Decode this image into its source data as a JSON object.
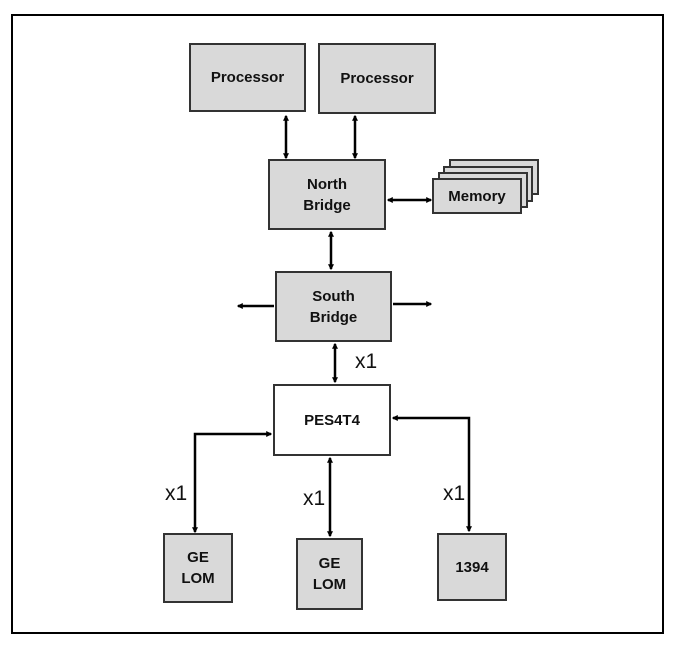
{
  "nodes": {
    "processor1": "Processor",
    "processor2": "Processor",
    "north_bridge": [
      "North",
      "Bridge"
    ],
    "memory": "Memory",
    "south_bridge": [
      "South",
      "Bridge"
    ],
    "pes4t4": "PES4T4",
    "ge_lom_1": [
      "GE",
      "LOM"
    ],
    "ge_lom_2": [
      "GE",
      "LOM"
    ],
    "firewire": "1394"
  },
  "link_labels": {
    "south_to_pes": "x1",
    "left_link": "x1",
    "center_link": "x1",
    "right_link": "x1"
  },
  "colors": {
    "box_fill": "#d9d9d9",
    "switch_fill": "#ffffff",
    "line": "#000000"
  }
}
